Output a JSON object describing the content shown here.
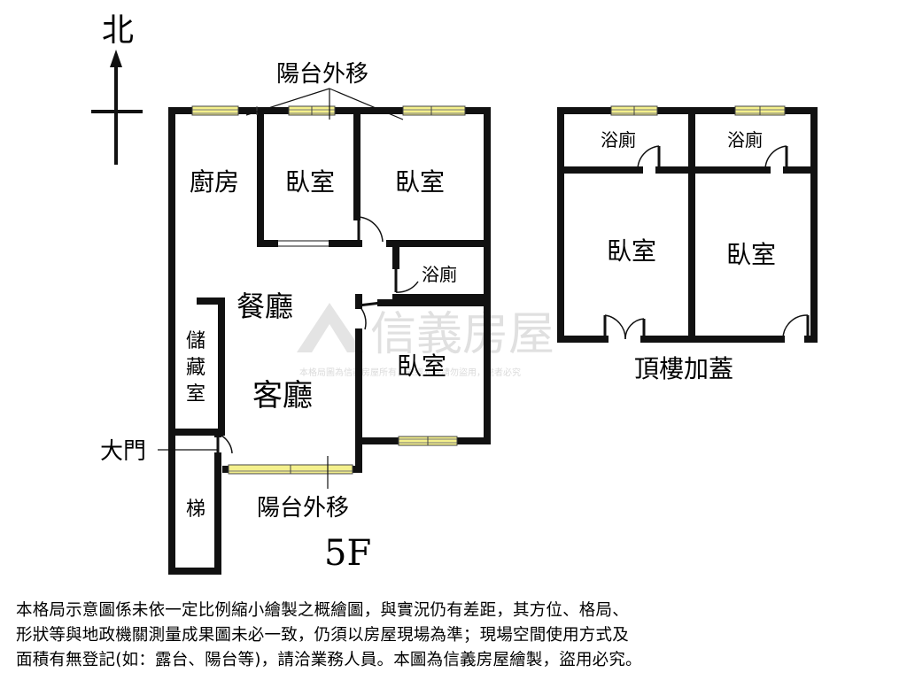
{
  "compass": {
    "north_label": "北"
  },
  "balcony_top_label": "陽台外移",
  "balcony_bottom_label": "陽台外移",
  "main_floor": {
    "floor_label": "5F",
    "rooms": {
      "kitchen": "廚房",
      "bedroom_1": "臥室",
      "bedroom_2": "臥室",
      "bathroom": "浴廁",
      "dining": "餐廳",
      "living": "客廳",
      "bedroom_3": "臥室",
      "storage": [
        "儲",
        "藏",
        "室"
      ],
      "stairs": "梯"
    },
    "main_door_label": "大門"
  },
  "rooftop": {
    "title": "頂樓加蓋",
    "rooms": {
      "bath_left": "浴廁",
      "bath_right": "浴廁",
      "bedroom_left": "臥室",
      "bedroom_right": "臥室"
    }
  },
  "watermark": {
    "brand": "信義房屋",
    "notice": "本格局圖為信義房屋所有，未經允許請勿盜用，違者必究"
  },
  "disclaimer_lines": [
    "本格局示意圖係未依一定比例縮小繪製之概繪圖，與實況仍有差距，其方位、格局、",
    "形狀等與地政機關測量成果圖未必一致，仍須以房屋現場為準；現場空間使用方式及",
    "面積有無登記(如：露台、陽台等)，請洽業務人員。本圖為信義房屋繪製，盜用必究。"
  ],
  "colors": {
    "wall": "#111111",
    "window": "#f2ef8a",
    "watermark": "#d8d8d8"
  }
}
